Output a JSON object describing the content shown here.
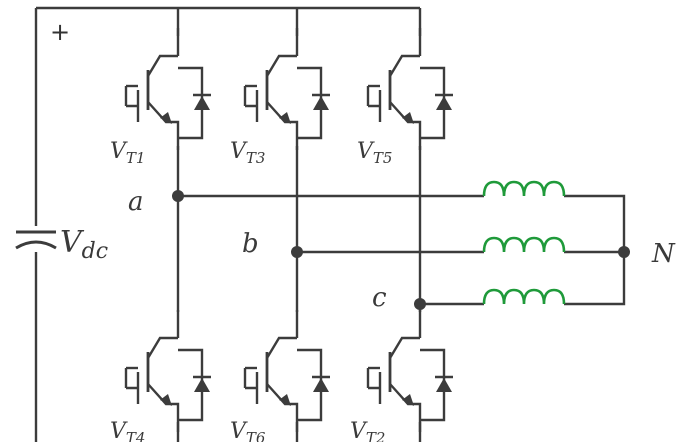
{
  "diagram": {
    "title": "Three-phase inverter with wye-connected inductive load",
    "supply": {
      "plus_sign": "+",
      "dc_label": "V",
      "dc_sub": "dc"
    },
    "switches": [
      {
        "main": "V",
        "sub": "T1"
      },
      {
        "main": "V",
        "sub": "T3"
      },
      {
        "main": "V",
        "sub": "T5"
      },
      {
        "main": "V",
        "sub": "T4"
      },
      {
        "main": "V",
        "sub": "T6"
      },
      {
        "main": "V",
        "sub": "T2"
      }
    ],
    "nodes": {
      "a": "a",
      "b": "b",
      "c": "c",
      "neutral": "N"
    },
    "colors": {
      "wire": "#3c3c3c",
      "inductor": "#1f9a3a",
      "node": "#3c3c3c",
      "text": "#3a3a3a"
    }
  }
}
